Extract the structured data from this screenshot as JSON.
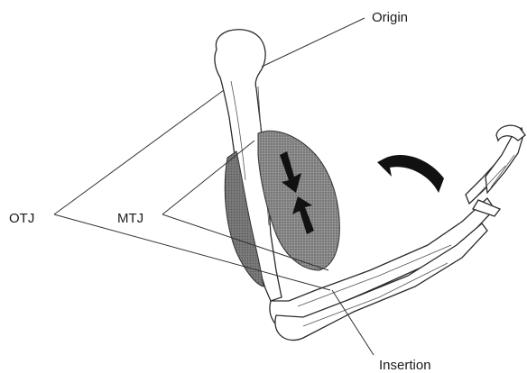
{
  "labels": {
    "origin": "Origin",
    "otj": "OTJ",
    "mtj": "MTJ",
    "insertion": "Insertion"
  }
}
